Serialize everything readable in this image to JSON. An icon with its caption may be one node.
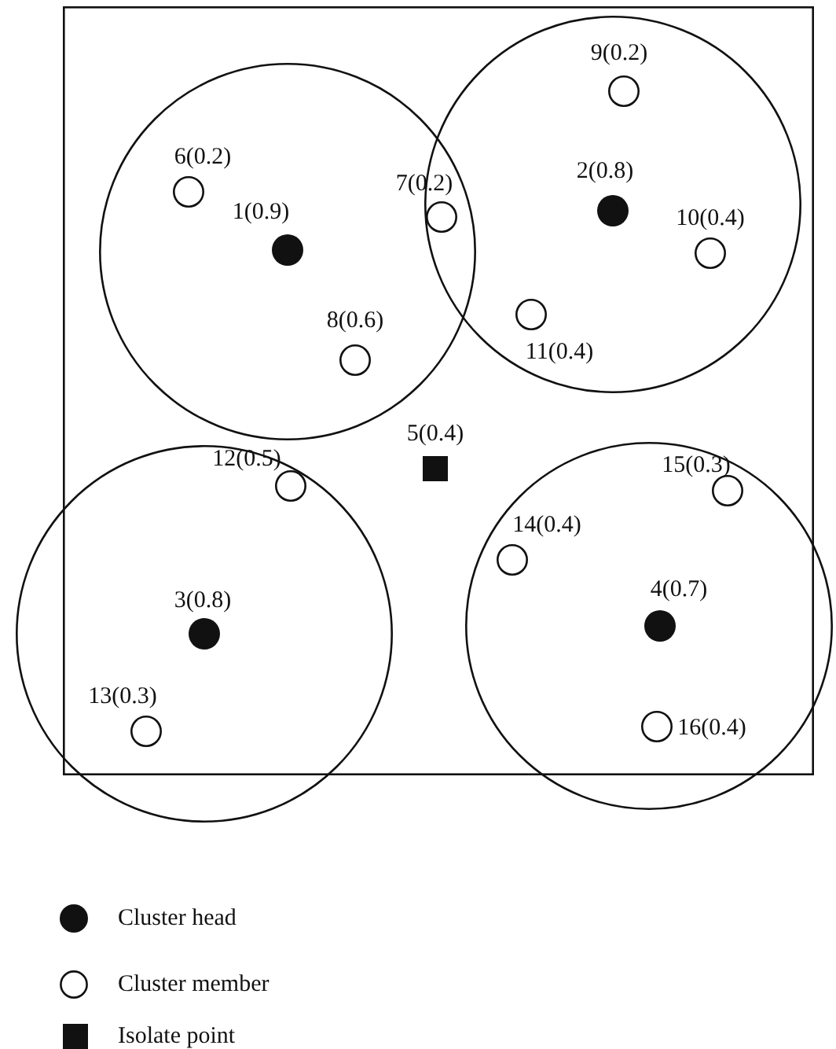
{
  "diagram": {
    "nodes": [
      {
        "text": [],
        "shape": "box"
      },
      {
        "text": [],
        "shape": "circle",
        "in": 0
      },
      {
        "text": [],
        "shape": "circle",
        "in": 0
      },
      {
        "text": [],
        "shape": "circle"
      },
      {
        "text": [],
        "shape": "circle"
      },
      {
        "text": [],
        "shape": "dot",
        "beside": [
          "1(0.9)"
        ],
        "in": 1
      },
      {
        "text": [],
        "shape": "dot",
        "beside": [
          "2(0.8)"
        ],
        "in": 2
      },
      {
        "text": [],
        "shape": "dot",
        "beside": [
          "3(0.8)"
        ]
      },
      {
        "text": [],
        "shape": "dot",
        "beside": [
          "4(0.7)"
        ],
        "in": 4
      },
      {
        "text": [],
        "shape": "square",
        "beside": [
          "5(0.4)"
        ],
        "in": 0
      },
      {
        "text": [],
        "shape": "circle",
        "beside": [
          "6(0.2)"
        ],
        "in": 1
      },
      {
        "text": [],
        "shape": "circle",
        "beside": [
          "7(0.2)"
        ]
      },
      {
        "text": [],
        "shape": "circle",
        "beside": [
          "8(0.6)"
        ],
        "in": 1
      },
      {
        "text": [],
        "shape": "circle",
        "beside": [
          "9(0.2)"
        ],
        "in": 2
      },
      {
        "text": [],
        "shape": "circle",
        "beside": [
          "10(0.4)"
        ],
        "in": 2
      },
      {
        "text": [],
        "shape": "circle",
        "beside": [
          "11(0.4)"
        ],
        "in": 2
      },
      {
        "text": [],
        "shape": "circle",
        "beside": [
          "12(0.5)"
        ]
      },
      {
        "text": [],
        "shape": "circle",
        "beside": [
          "13(0.3)"
        ]
      },
      {
        "text": [],
        "shape": "circle",
        "beside": [
          "14(0.4)"
        ],
        "in": 4
      },
      {
        "text": [],
        "shape": "circle",
        "beside": [
          "15(0.3)"
        ],
        "in": 4
      },
      {
        "text": [],
        "shape": "circle",
        "beside": [
          "16(0.4)"
        ],
        "in": 4
      }
    ],
    "legend": [
      {
        "text": "Cluster head"
      },
      {
        "text": "Cluster member"
      },
      {
        "text": "Isolate point"
      }
    ]
  }
}
